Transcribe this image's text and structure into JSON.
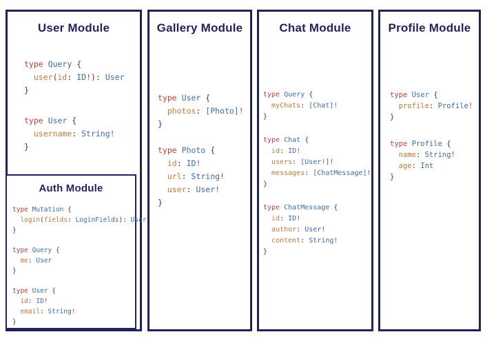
{
  "colors": {
    "navy": "#1f2357",
    "keyword": "#b5423e",
    "typename": "#3b6bb0",
    "field": "#c1793c",
    "punct": "#3d3d3d",
    "bang": "#c5403a"
  },
  "panels": [
    {
      "title": "User Module",
      "blocks": [
        [
          [
            [
              "k",
              "type"
            ],
            [
              "p",
              " "
            ],
            [
              "t",
              "Query"
            ],
            [
              "p",
              " {"
            ]
          ],
          [
            [
              "p",
              "  "
            ],
            [
              "f",
              "user"
            ],
            [
              "p",
              "("
            ],
            [
              "f",
              "id"
            ],
            [
              "p",
              ": "
            ],
            [
              "t",
              "ID"
            ],
            [
              "b",
              "!"
            ],
            [
              "p",
              "): "
            ],
            [
              "t",
              "User"
            ]
          ],
          [
            [
              "p",
              "}"
            ]
          ]
        ],
        [
          [
            [
              "k",
              "type"
            ],
            [
              "p",
              " "
            ],
            [
              "t",
              "User"
            ],
            [
              "p",
              " {"
            ]
          ],
          [
            [
              "p",
              "  "
            ],
            [
              "f",
              "username"
            ],
            [
              "p",
              ": "
            ],
            [
              "t",
              "String"
            ],
            [
              "b",
              "!"
            ]
          ],
          [
            [
              "p",
              "}"
            ]
          ]
        ]
      ]
    },
    {
      "title": "Auth Module",
      "blocks": [
        [
          [
            [
              "k",
              "type"
            ],
            [
              "p",
              " "
            ],
            [
              "t",
              "Mutation"
            ],
            [
              "p",
              " {"
            ]
          ],
          [
            [
              "p",
              "  "
            ],
            [
              "f",
              "login"
            ],
            [
              "p",
              "("
            ],
            [
              "f",
              "fields"
            ],
            [
              "p",
              ": "
            ],
            [
              "t",
              "LoginFields"
            ],
            [
              "p",
              "): "
            ],
            [
              "t",
              "User"
            ]
          ],
          [
            [
              "p",
              "}"
            ]
          ]
        ],
        [
          [
            [
              "k",
              "type"
            ],
            [
              "p",
              " "
            ],
            [
              "t",
              "Query"
            ],
            [
              "p",
              " {"
            ]
          ],
          [
            [
              "p",
              "  "
            ],
            [
              "f",
              "me"
            ],
            [
              "p",
              ": "
            ],
            [
              "t",
              "User"
            ]
          ],
          [
            [
              "p",
              "}"
            ]
          ]
        ],
        [
          [
            [
              "k",
              "type"
            ],
            [
              "p",
              " "
            ],
            [
              "t",
              "User"
            ],
            [
              "p",
              " {"
            ]
          ],
          [
            [
              "p",
              "  "
            ],
            [
              "f",
              "id"
            ],
            [
              "p",
              ": "
            ],
            [
              "t",
              "ID"
            ],
            [
              "b",
              "!"
            ]
          ],
          [
            [
              "p",
              "  "
            ],
            [
              "f",
              "email"
            ],
            [
              "p",
              ": "
            ],
            [
              "t",
              "String"
            ],
            [
              "b",
              "!"
            ]
          ],
          [
            [
              "p",
              "}"
            ]
          ]
        ]
      ]
    },
    {
      "title": "Gallery Module",
      "blocks": [
        [
          [
            [
              "k",
              "type"
            ],
            [
              "p",
              " "
            ],
            [
              "t",
              "User"
            ],
            [
              "p",
              " {"
            ]
          ],
          [
            [
              "p",
              "  "
            ],
            [
              "f",
              "photos"
            ],
            [
              "p",
              ": "
            ],
            [
              "t",
              "[Photo]"
            ],
            [
              "b",
              "!"
            ]
          ],
          [
            [
              "p",
              "}"
            ]
          ]
        ],
        [
          [
            [
              "k",
              "type"
            ],
            [
              "p",
              " "
            ],
            [
              "t",
              "Photo"
            ],
            [
              "p",
              " {"
            ]
          ],
          [
            [
              "p",
              "  "
            ],
            [
              "f",
              "id"
            ],
            [
              "p",
              ": "
            ],
            [
              "t",
              "ID"
            ],
            [
              "b",
              "!"
            ]
          ],
          [
            [
              "p",
              "  "
            ],
            [
              "f",
              "url"
            ],
            [
              "p",
              ": "
            ],
            [
              "t",
              "String"
            ],
            [
              "b",
              "!"
            ]
          ],
          [
            [
              "p",
              "  "
            ],
            [
              "f",
              "user"
            ],
            [
              "p",
              ": "
            ],
            [
              "t",
              "User"
            ],
            [
              "b",
              "!"
            ]
          ],
          [
            [
              "p",
              "}"
            ]
          ]
        ]
      ]
    },
    {
      "title": "Chat Module",
      "blocks": [
        [
          [
            [
              "k",
              "type"
            ],
            [
              "p",
              " "
            ],
            [
              "t",
              "Query"
            ],
            [
              "p",
              " {"
            ]
          ],
          [
            [
              "p",
              "  "
            ],
            [
              "f",
              "myChats"
            ],
            [
              "p",
              ": "
            ],
            [
              "t",
              "[Chat]"
            ],
            [
              "b",
              "!"
            ]
          ],
          [
            [
              "p",
              "}"
            ]
          ]
        ],
        [
          [
            [
              "k",
              "type"
            ],
            [
              "p",
              " "
            ],
            [
              "t",
              "Chat"
            ],
            [
              "p",
              " {"
            ]
          ],
          [
            [
              "p",
              "  "
            ],
            [
              "f",
              "id"
            ],
            [
              "p",
              ": "
            ],
            [
              "t",
              "ID"
            ],
            [
              "b",
              "!"
            ]
          ],
          [
            [
              "p",
              "  "
            ],
            [
              "f",
              "users"
            ],
            [
              "p",
              ": "
            ],
            [
              "t",
              "[User"
            ],
            [
              "b",
              "!"
            ],
            [
              "t",
              "]"
            ],
            [
              "b",
              "!"
            ]
          ],
          [
            [
              "p",
              "  "
            ],
            [
              "f",
              "messages"
            ],
            [
              "p",
              ": "
            ],
            [
              "t",
              "[ChatMessage]"
            ],
            [
              "b",
              "!"
            ]
          ],
          [
            [
              "p",
              "}"
            ]
          ]
        ],
        [
          [
            [
              "k",
              "type"
            ],
            [
              "p",
              " "
            ],
            [
              "t",
              "ChatMessage"
            ],
            [
              "p",
              " {"
            ]
          ],
          [
            [
              "p",
              "  "
            ],
            [
              "f",
              "id"
            ],
            [
              "p",
              ": "
            ],
            [
              "t",
              "ID"
            ],
            [
              "b",
              "!"
            ]
          ],
          [
            [
              "p",
              "  "
            ],
            [
              "f",
              "author"
            ],
            [
              "p",
              ": "
            ],
            [
              "t",
              "User"
            ],
            [
              "b",
              "!"
            ]
          ],
          [
            [
              "p",
              "  "
            ],
            [
              "f",
              "content"
            ],
            [
              "p",
              ": "
            ],
            [
              "t",
              "String"
            ],
            [
              "b",
              "!"
            ]
          ],
          [
            [
              "p",
              "}"
            ]
          ]
        ]
      ]
    },
    {
      "title": "Profile Module",
      "blocks": [
        [
          [
            [
              "k",
              "type"
            ],
            [
              "p",
              " "
            ],
            [
              "t",
              "User"
            ],
            [
              "p",
              " {"
            ]
          ],
          [
            [
              "p",
              "  "
            ],
            [
              "f",
              "profile"
            ],
            [
              "p",
              ": "
            ],
            [
              "t",
              "Profile"
            ],
            [
              "b",
              "!"
            ]
          ],
          [
            [
              "p",
              "}"
            ]
          ]
        ],
        [
          [
            [
              "k",
              "type"
            ],
            [
              "p",
              " "
            ],
            [
              "t",
              "Profile"
            ],
            [
              "p",
              " {"
            ]
          ],
          [
            [
              "p",
              "  "
            ],
            [
              "f",
              "name"
            ],
            [
              "p",
              ": "
            ],
            [
              "t",
              "String"
            ],
            [
              "b",
              "!"
            ]
          ],
          [
            [
              "p",
              "  "
            ],
            [
              "f",
              "age"
            ],
            [
              "p",
              ": "
            ],
            [
              "t",
              "Int"
            ]
          ],
          [
            [
              "p",
              "}"
            ]
          ]
        ]
      ]
    }
  ]
}
